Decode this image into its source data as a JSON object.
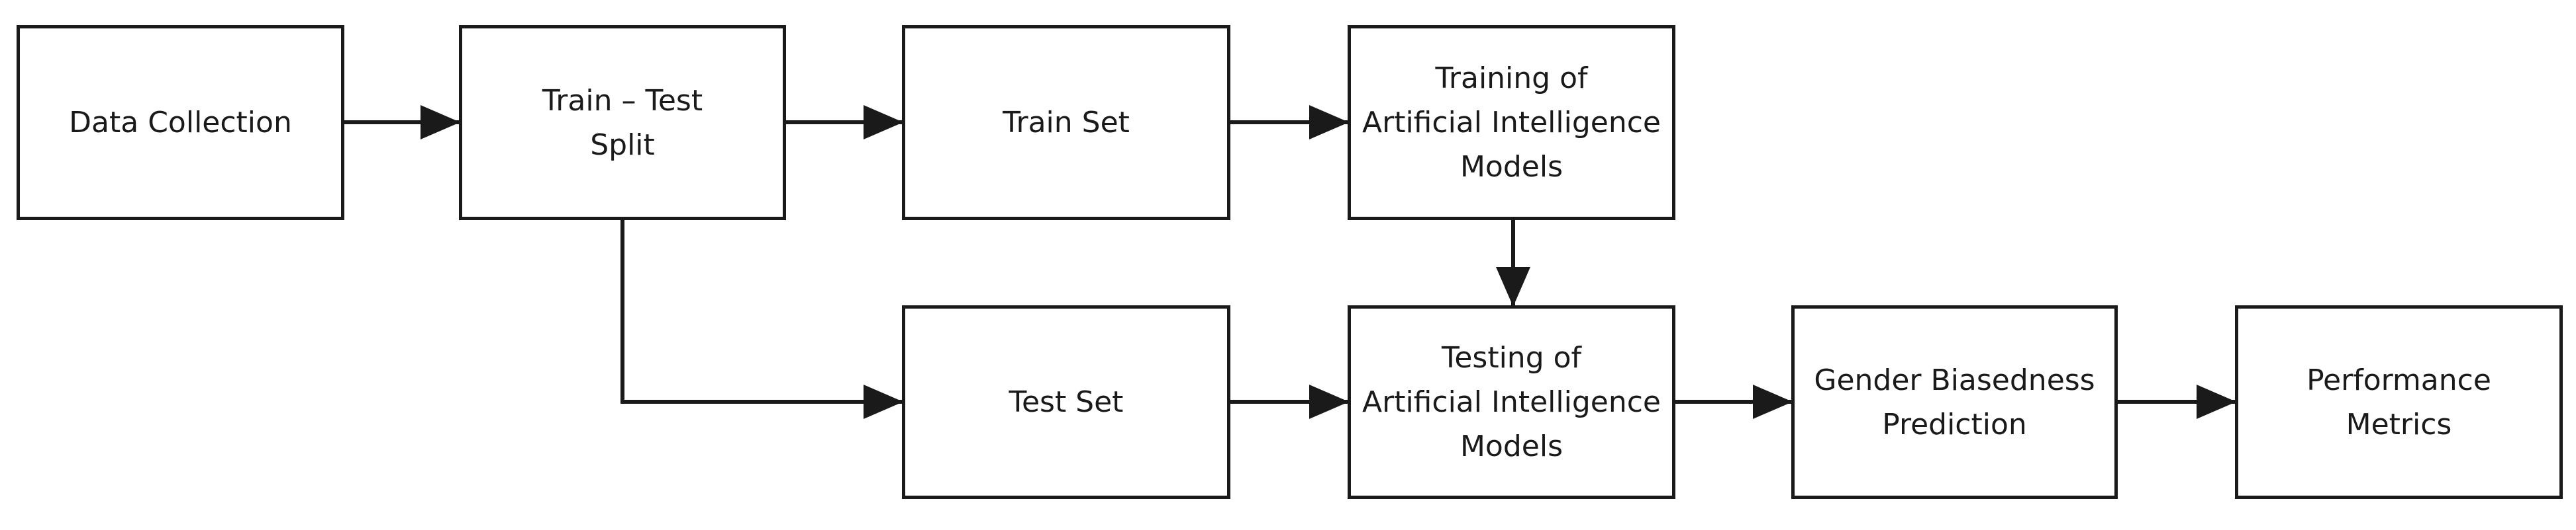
{
  "diagram": {
    "nodes": {
      "data_collection": "Data Collection",
      "train_test_split": "Train – Test\nSplit",
      "train_set": "Train Set",
      "test_set": "Test Set",
      "training": "Training of\nArtificial Intelligence\nModels",
      "testing": "Testing of\nArtificial Intelligence\nModels",
      "gender_prediction": "Gender Biasedness\nPrediction",
      "performance_metrics": "Performance\nMetrics"
    },
    "edges": [
      {
        "from": "data_collection",
        "to": "train_test_split"
      },
      {
        "from": "train_test_split",
        "to": "train_set"
      },
      {
        "from": "train_test_split",
        "to": "test_set"
      },
      {
        "from": "train_set",
        "to": "training"
      },
      {
        "from": "training",
        "to": "testing"
      },
      {
        "from": "test_set",
        "to": "testing"
      },
      {
        "from": "testing",
        "to": "gender_prediction"
      },
      {
        "from": "gender_prediction",
        "to": "performance_metrics"
      }
    ],
    "line_color": "#1a1a1a"
  }
}
